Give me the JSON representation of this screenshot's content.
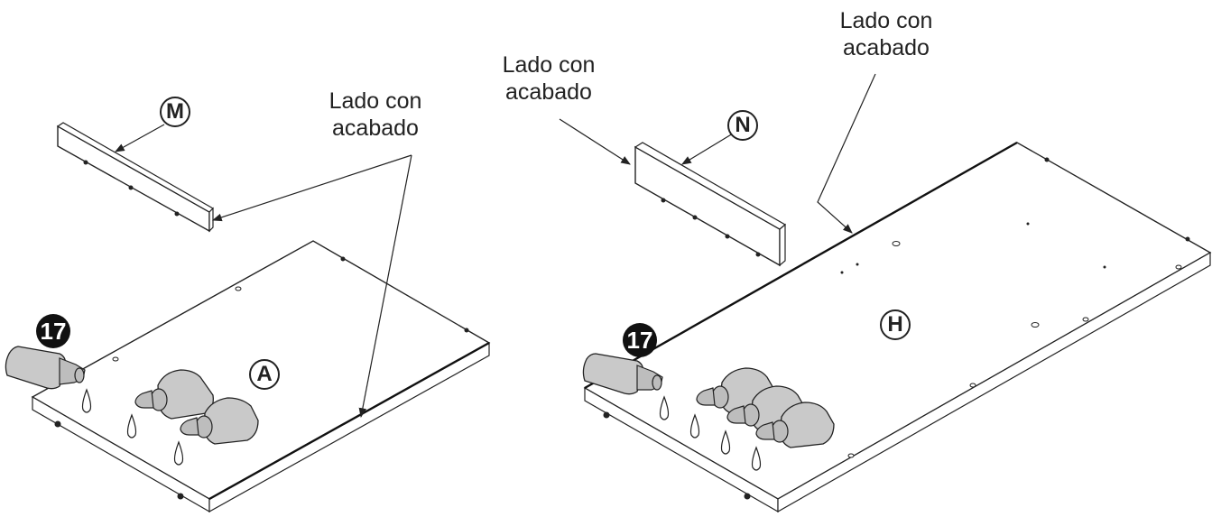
{
  "labels": {
    "finished_side": "Lado con\nacabado"
  },
  "parts": {
    "m": "M",
    "n": "N",
    "a": "A",
    "h": "H"
  },
  "step_badge": "17"
}
